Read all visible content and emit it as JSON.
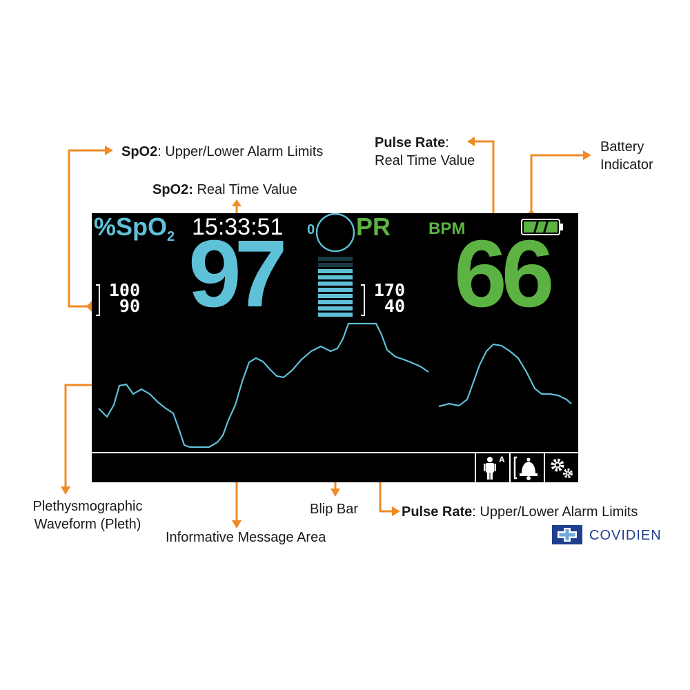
{
  "callouts": {
    "spo2_limits": {
      "bold": "SpO2",
      "rest": ":  Upper/Lower Alarm Limits"
    },
    "spo2_value": {
      "bold": "SpO2:",
      "rest": "  Real Time Value"
    },
    "pulse_value": {
      "bold": "Pulse Rate",
      "rest": ":",
      "line2": "Real Time Value"
    },
    "battery": {
      "line1": "Battery",
      "line2": "Indicator"
    },
    "pleth": {
      "line1": "Plethysmographic",
      "line2": "Waveform (Pleth)"
    },
    "message_area": "Informative Message Area",
    "blip_bar": "Blip Bar",
    "pulse_limits": {
      "bold": "Pulse Rate",
      "rest": ": Upper/Lower Alarm Limits"
    }
  },
  "monitor": {
    "spo2_label": "%SpO",
    "spo2_label_sub": "2",
    "time": "15:33:51",
    "blip_zero": "0",
    "pr_label": "PR",
    "bpm_label": "BPM",
    "spo2_value": "97",
    "pr_value": "66",
    "spo2_upper": "100",
    "spo2_lower": "90",
    "pr_upper": "170",
    "pr_lower": "40",
    "blip_level": 0.8,
    "battery_level": 1.0,
    "toolbar": {
      "patient_mode_icon": "patient-adult-icon",
      "patient_mode_badge": "A",
      "alarm_icon": "alarm-bell-icon",
      "settings_icon": "settings-gears-icon"
    }
  },
  "colors": {
    "accent": "#f08a24",
    "spo2": "#5fc1d8",
    "pulse": "#5cb343",
    "screen": "#000000",
    "brand": "#1f3f8f"
  },
  "logo": {
    "text": "COVIDIEN"
  }
}
